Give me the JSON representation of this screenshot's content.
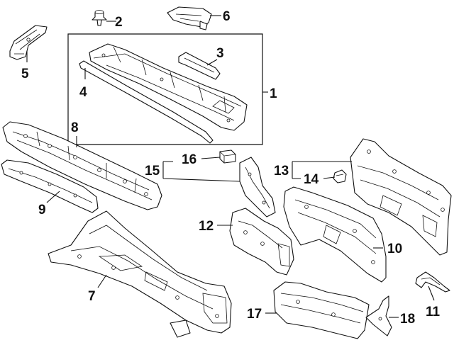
{
  "callouts": [
    "1",
    "2",
    "3",
    "4",
    "5",
    "6",
    "7",
    "8",
    "9",
    "10",
    "11",
    "12",
    "13",
    "14",
    "15",
    "16",
    "17",
    "18"
  ],
  "colors": {
    "ink": "#111111",
    "paper": "#ffffff"
  }
}
